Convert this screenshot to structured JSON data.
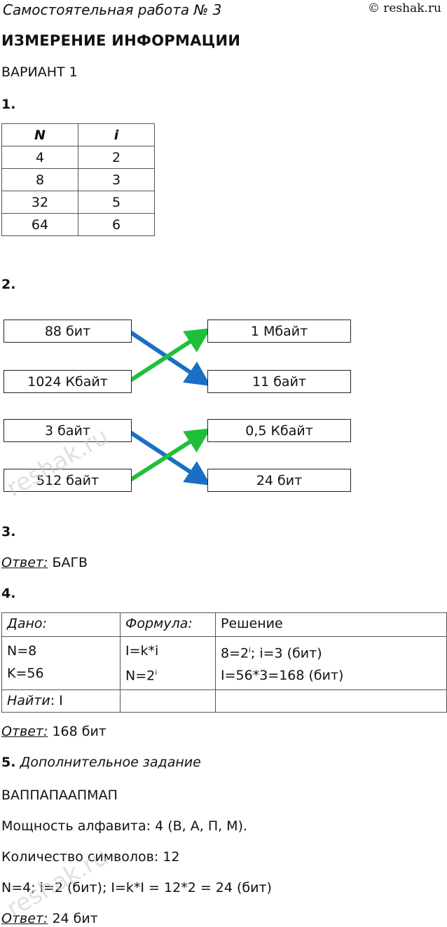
{
  "header": {
    "title": "Самостоятельная работа № 3",
    "site": "© reshak.ru"
  },
  "heading": "ИЗМЕРЕНИЕ ИНФОРМАЦИИ",
  "variant": "ВАРИАНТ 1",
  "task1": {
    "number": "1.",
    "headers": [
      "N",
      "i"
    ],
    "rows": [
      [
        "4",
        "2"
      ],
      [
        "8",
        "3"
      ],
      [
        "32",
        "5"
      ],
      [
        "64",
        "6"
      ]
    ]
  },
  "task2": {
    "number": "2.",
    "left": [
      "88 бит",
      "1024 Кбайт",
      "3 байт",
      "512 байт"
    ],
    "right": [
      "1 Мбайт",
      "11 байт",
      "0,5 Кбайт",
      "24 бит"
    ],
    "colors": {
      "blue": "#1a6fc4",
      "green": "#1fbf3a"
    }
  },
  "task3": {
    "number": "3.",
    "answer_label": "Ответ:",
    "answer": "БАГВ"
  },
  "task4": {
    "number": "4.",
    "headers": [
      "Дано:",
      "Формула:",
      "Решение"
    ],
    "given": [
      "N=8",
      "K=56"
    ],
    "formula1": "I=k*i",
    "formula2_base": "N=2",
    "formula2_sup": "i",
    "sol1_base": "8=2",
    "sol1_sup": "i",
    "sol1_rest": "; i=3 (бит)",
    "sol2": "I=56*3=168 (бит)",
    "find_label": "Найти",
    "find_value": ": I",
    "answer_label": "Ответ:",
    "answer": "168 бит"
  },
  "task5": {
    "number": "5.",
    "title": "Дополнительное задание",
    "string": "ВАППАПААПМАП",
    "power": "Мощность алфавита: 4 (В, А, П, М).",
    "count": "Количество символов: 12",
    "calc": "N=4; i=2 (бит); I=k*I = 12*2 = 24 (бит)",
    "answer_label": "Ответ:",
    "answer": "24 бит"
  },
  "watermark": "reshak.ru"
}
